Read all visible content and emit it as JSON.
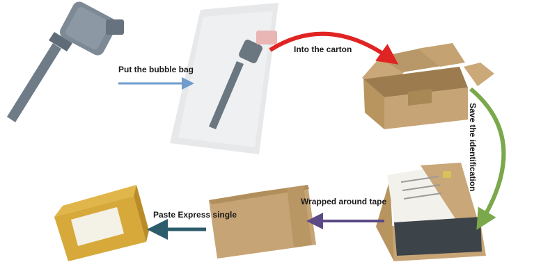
{
  "steps": {
    "bubble_bag": "Put the bubble bag",
    "into_carton": "Into the carton",
    "save_identification": "Save the identification",
    "wrapped_tape": "Wrapped around tape",
    "paste_express": "Paste Express single"
  },
  "colors": {
    "arrow_blue": "#6f9ccc",
    "arrow_red": "#e02424",
    "arrow_green": "#7aa84a",
    "arrow_purple": "#5b4a86",
    "arrow_teal": "#2d5c6c",
    "cardboard": "#c7a475",
    "coil": "#6d7a86",
    "yellow_box": "#d6a93a"
  },
  "icons": {
    "coil": "ignition-coil-icon",
    "bag": "bubble-bag-icon",
    "open_box": "open-carton-icon",
    "box_with_doc": "carton-with-document-icon",
    "closed_box": "taped-carton-icon",
    "yellow_box": "express-package-icon"
  }
}
